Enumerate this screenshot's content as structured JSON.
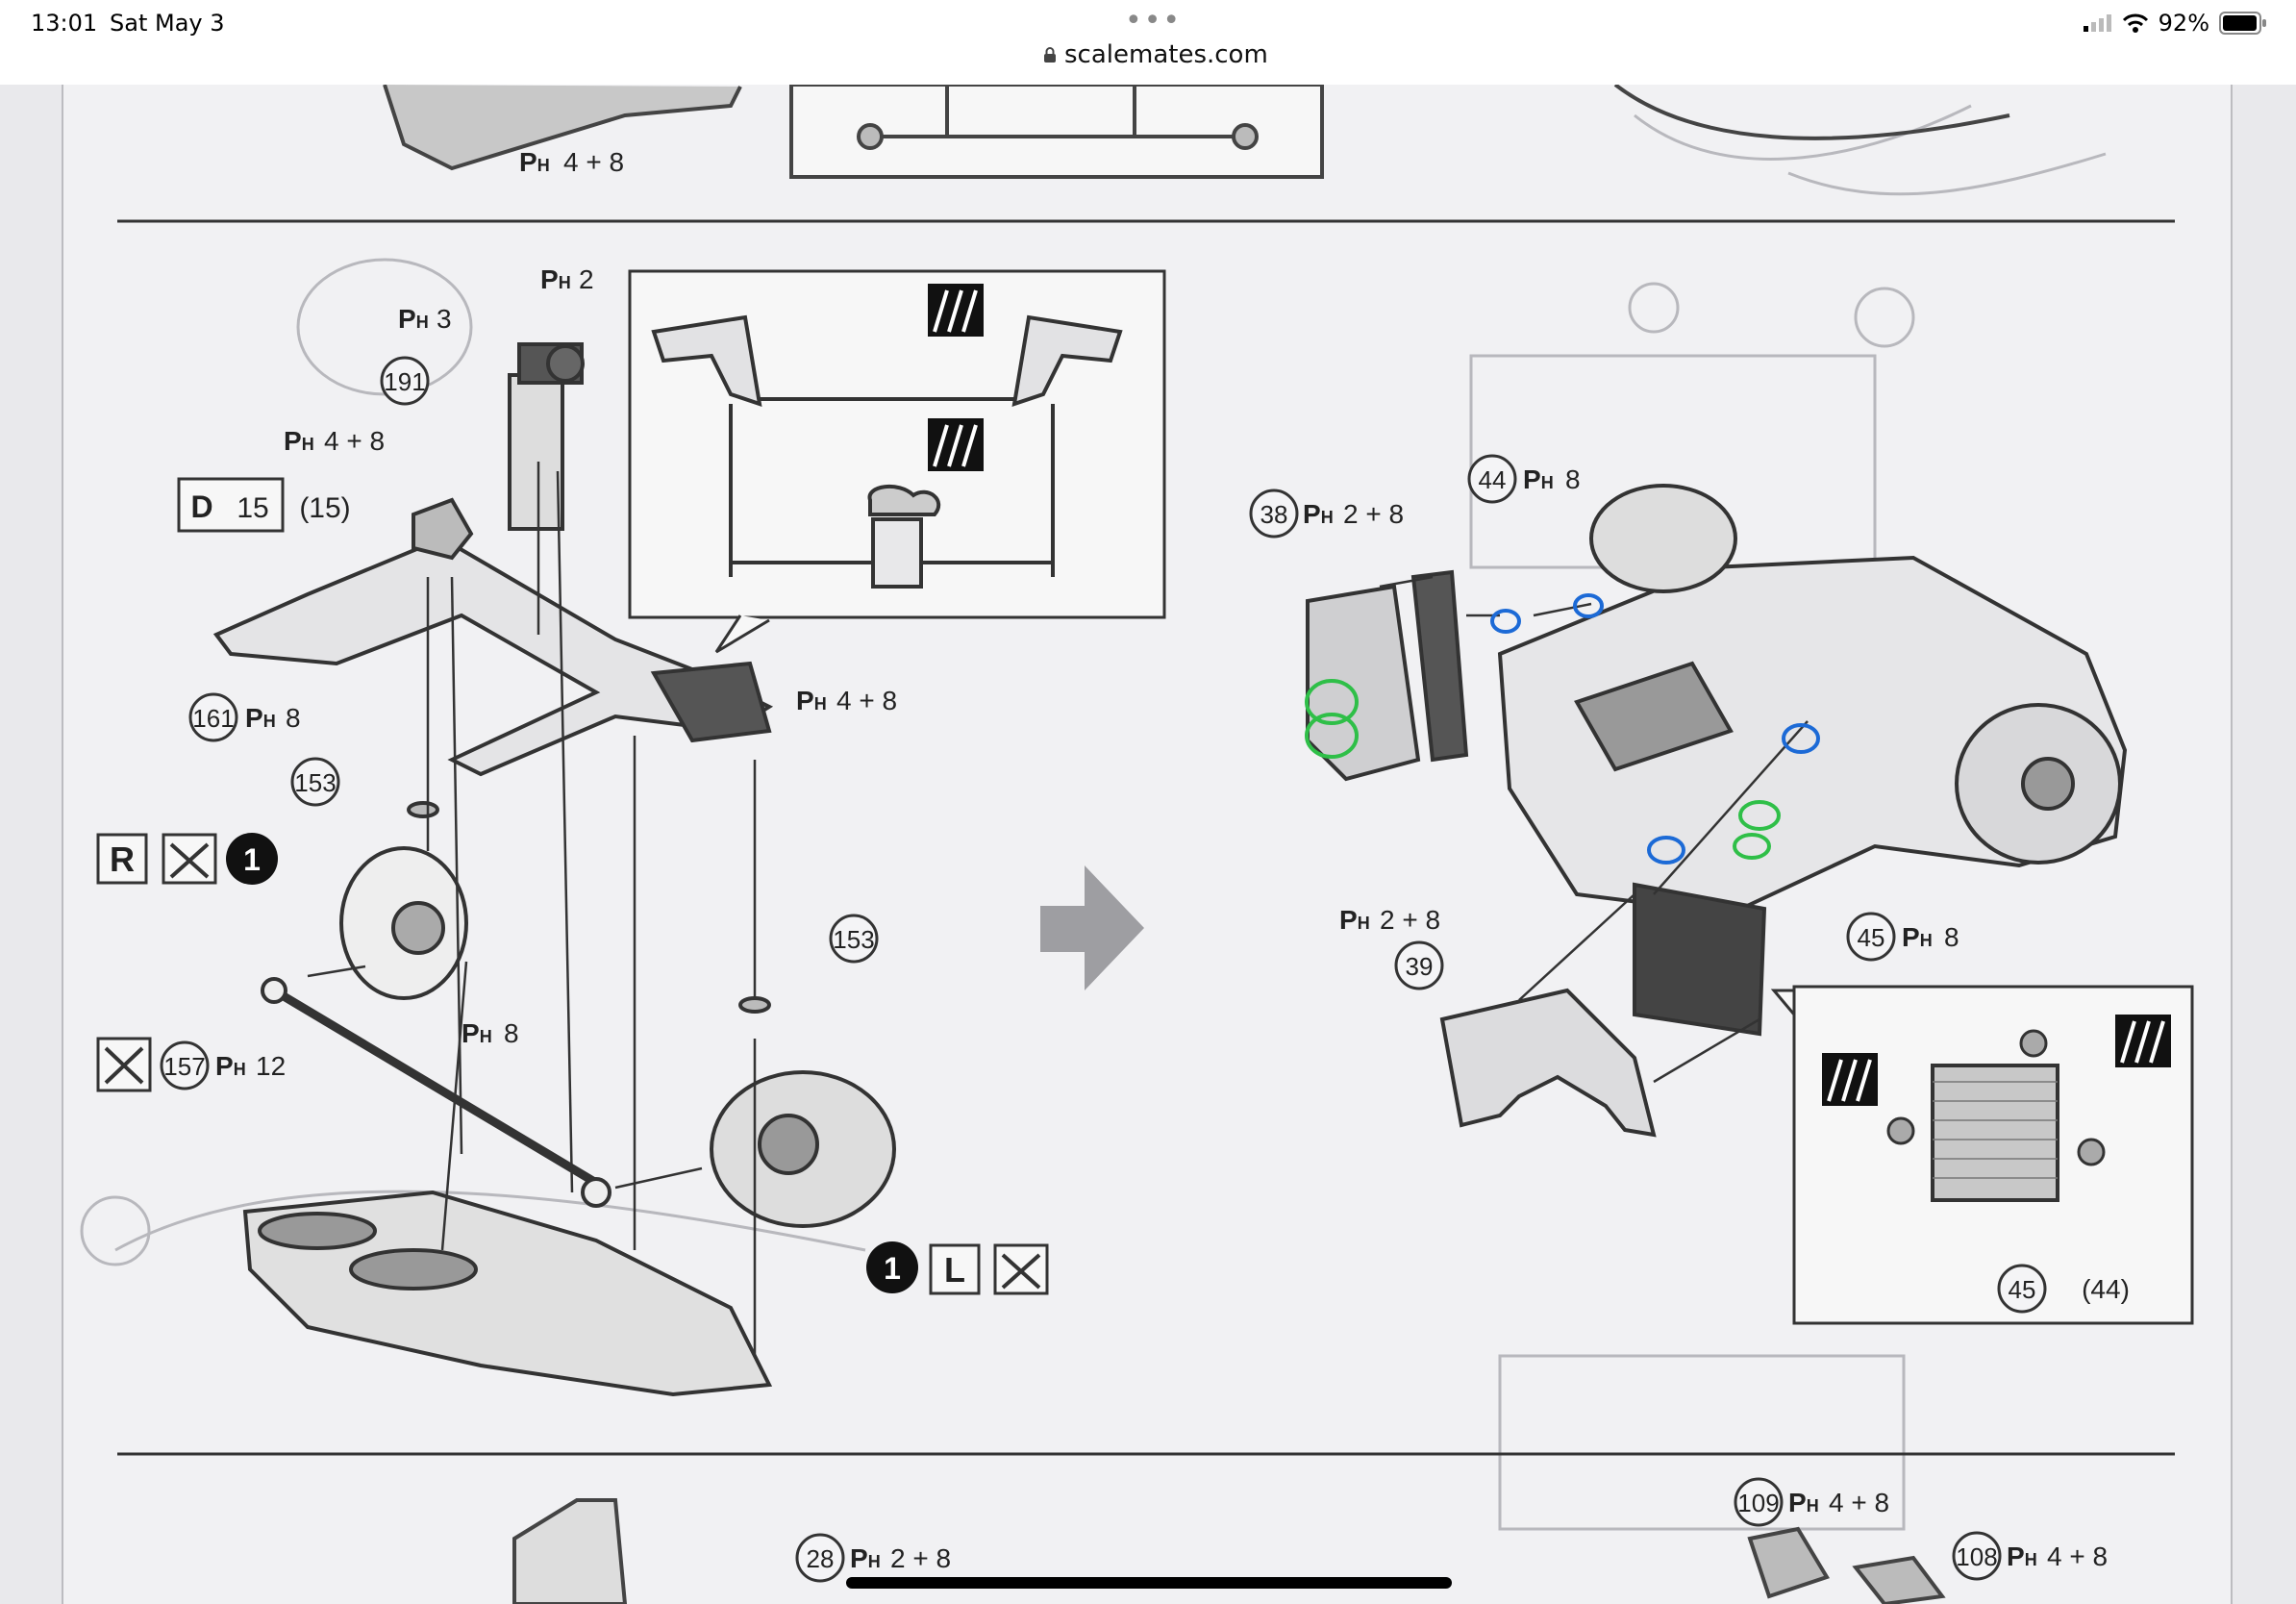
{
  "status": {
    "time": "13:01",
    "date": "Sat May 3",
    "url": "scalemates.com",
    "battery": "92%"
  },
  "callouts": {
    "top_ph4h8": "4 + 8",
    "ph2": "2",
    "ph3": "3",
    "p191": "191",
    "ph4h8_a": "4 + 8",
    "d15": "15",
    "d15b": "(15)",
    "p161": "161",
    "ph8_161": "8",
    "p153a": "153",
    "ph4h8_b": "4 + 8",
    "p153b": "153",
    "p157": "157",
    "ph12": "12",
    "ph8_rod": "8",
    "p38": "38",
    "ph2h8_38": "2 + 8",
    "p44": "44",
    "ph8_44": "8",
    "ph2h8_39": "2 + 8",
    "p39": "39",
    "p45": "45",
    "ph8_45": "8",
    "p45b": "45",
    "p44b": "(44)",
    "p28": "28",
    "ph2h8_28": "2 + 8",
    "p109": "109",
    "ph4h8_109": "4 + 8",
    "p108": "108",
    "ph4h8_108": "4 + 8",
    "letter_r": "R",
    "letter_l": "L",
    "letter_d": "D",
    "step1a": "1",
    "step1b": "1"
  }
}
